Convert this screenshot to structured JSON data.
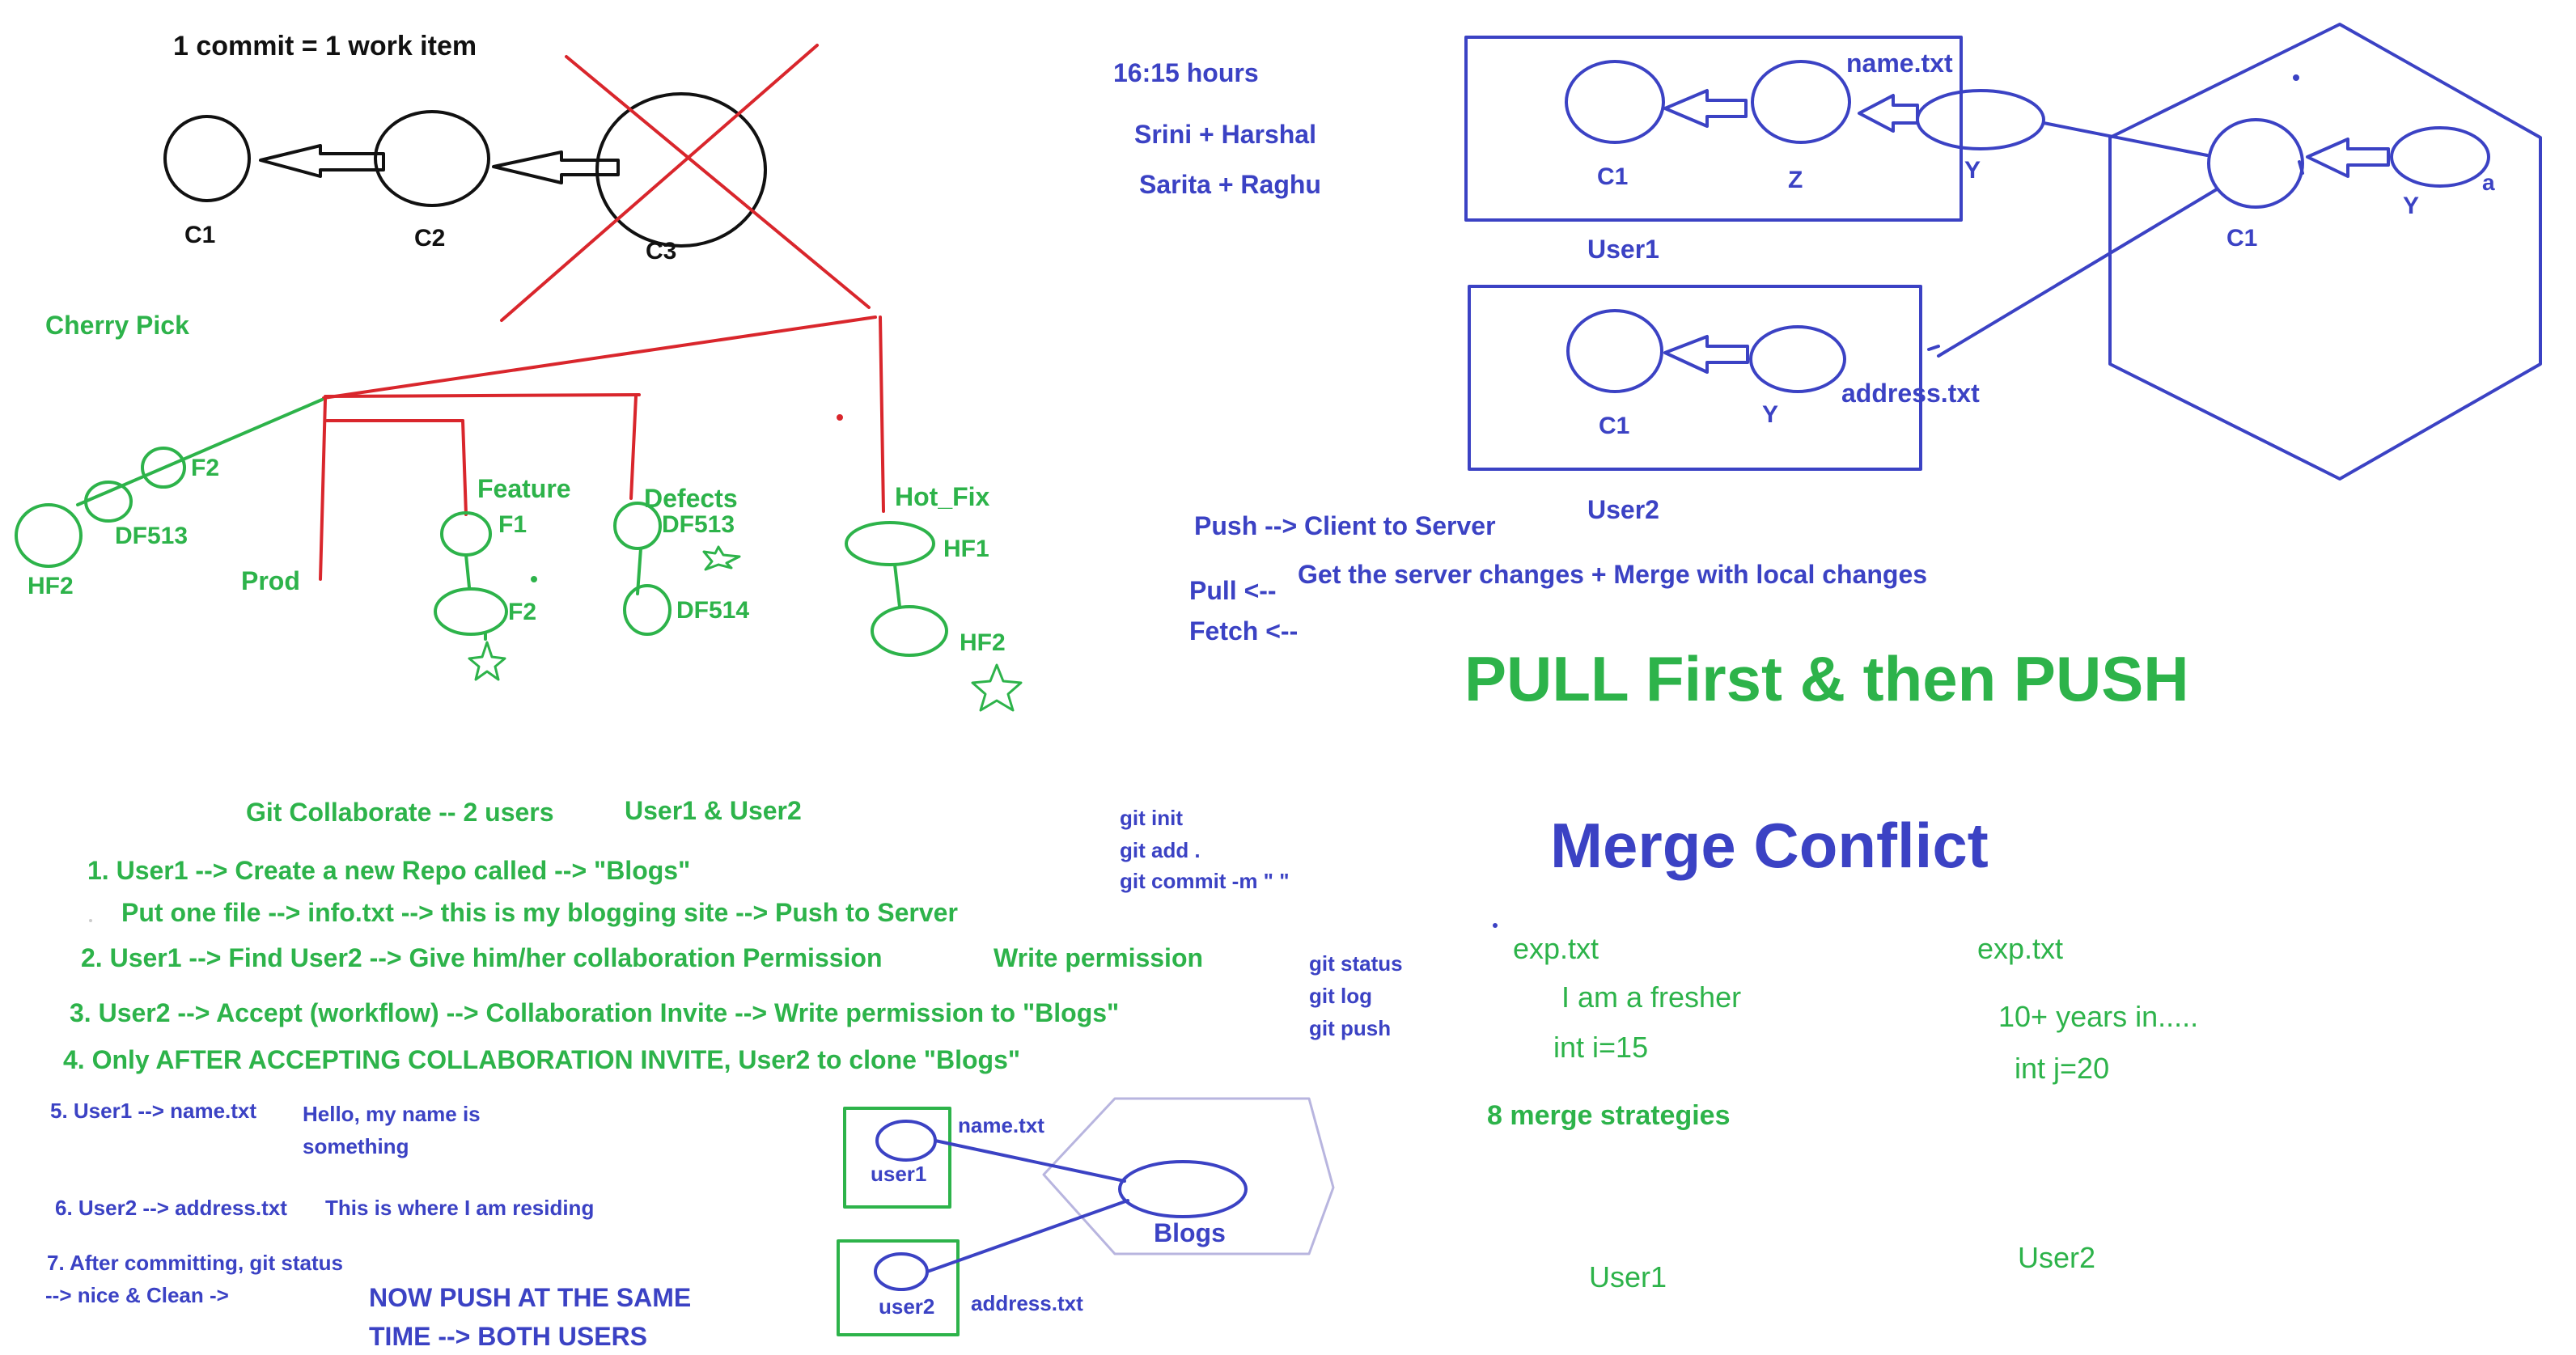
{
  "colors": {
    "black": "#111111",
    "red": "#d9262c",
    "green": "#2db34a",
    "blue": "#3b42c4",
    "lavender": "#b8b5df"
  },
  "top_left": {
    "heading": "1 commit = 1 work item",
    "commits": [
      "C1",
      "C2",
      "C3"
    ]
  },
  "branches": {
    "cherry_pick": "Cherry Pick",
    "prod": "Prod",
    "feature": "Feature",
    "defects": "Defects",
    "hot_fix": "Hot_Fix",
    "cherry_nodes": [
      "F2",
      "DF513",
      "HF2"
    ],
    "feature_nodes": [
      "F1",
      "F2"
    ],
    "defects_nodes": [
      "DF513",
      "DF514"
    ],
    "hotfix_nodes": [
      "HF1",
      "HF2"
    ]
  },
  "schedule": {
    "hours": "16:15 hours",
    "pair1": "Srini + Harshal",
    "pair2": "Sarita + Raghu"
  },
  "repo_diagram": {
    "user1_box": {
      "label": "User1",
      "nodes": [
        "C1",
        "Z"
      ],
      "file": "name.txt"
    },
    "user2_box": {
      "label": "User2",
      "nodes": [
        "C1",
        "Y"
      ],
      "file": "address.txt"
    },
    "y_label": "Y",
    "server": {
      "nodes": [
        "C1",
        "Y"
      ],
      "trailing_char": "a"
    }
  },
  "push_pull": {
    "push": "Push --> Client to Server",
    "pull": "Pull <--",
    "pull_desc": "Get the server changes + Merge with local changes",
    "fetch": "Fetch  <--",
    "headline": "PULL First & then PUSH"
  },
  "collab": {
    "title": "Git Collaborate -- 2 users",
    "users": "User1 & User2",
    "step1": "1. User1 --> Create a new Repo called --> \"Blogs\"",
    "step1b": "Put one file --> info.txt --> this is my blogging site --> Push to Server",
    "step2": "2. User1 --> Find User2 --> Give him/her collaboration Permission",
    "step2b": "Write permission",
    "step3": "3. User2 --> Accept (workflow) --> Collaboration Invite --> Write permission to \"Blogs\"",
    "step4": "4. Only AFTER ACCEPTING COLLABORATION INVITE, User2 to clone \"Blogs\"",
    "step5": "5. User1 --> name.txt",
    "step5_note1": "Hello, my name is",
    "step5_note2": "something",
    "step6": "6. User2 --> address.txt",
    "step6_note": "This is where I am  residing",
    "step7a": "7. After committing, git status",
    "step7b": "--> nice & Clean ->",
    "push_same1": "NOW PUSH AT THE SAME",
    "push_same2": "TIME --> BOTH USERS"
  },
  "git_cmds": {
    "set1": [
      "git init",
      "git add .",
      "git commit -m \"   \""
    ],
    "set2": [
      "git status",
      "git log",
      "git push"
    ]
  },
  "blogs_diagram": {
    "user1": "user1",
    "user2": "user2",
    "name_file": "name.txt",
    "address_file": "address.txt",
    "repo": "Blogs"
  },
  "merge": {
    "title": "Merge Conflict",
    "left_file": "exp.txt",
    "left_line1": "I am a fresher",
    "left_line2": "int i=15",
    "right_file": "exp.txt",
    "right_line1": "10+ years in.....",
    "right_line2": "int j=20",
    "strategies": "8 merge strategies",
    "user1": "User1",
    "user2": "User2"
  }
}
